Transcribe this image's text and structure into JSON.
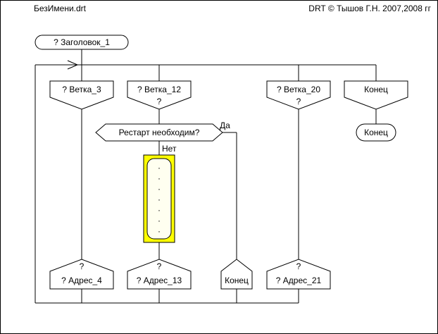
{
  "header": {
    "filename": "БезИмени.drt",
    "copyright": "DRT © Тышов Г.Н. 2007,2008 гг"
  },
  "title_node": "? Заголовок_1",
  "branches": [
    {
      "label": "? Ветка_3",
      "marker": ""
    },
    {
      "label": "? Ветка_12",
      "marker": "?"
    },
    {
      "label": "? Ветка_20",
      "marker": "?"
    },
    {
      "label": "Конец",
      "marker": ""
    }
  ],
  "decision": {
    "label": "Рестарт необходим?",
    "yes": "Да",
    "no": "Нет"
  },
  "action_dots": [
    "·",
    "·",
    "·",
    "·",
    "·",
    "·",
    "·"
  ],
  "addresses": [
    {
      "marker": "?",
      "label": "? Адрес_4"
    },
    {
      "marker": "?",
      "label": "? Адрес_13"
    },
    {
      "marker": "",
      "label": "Конец"
    },
    {
      "marker": "?",
      "label": "? Адрес_21"
    }
  ],
  "end_terminal": "Конец",
  "colors": {
    "action_fill": "#ffff00",
    "line": "#000000",
    "background": "#ffffff"
  }
}
